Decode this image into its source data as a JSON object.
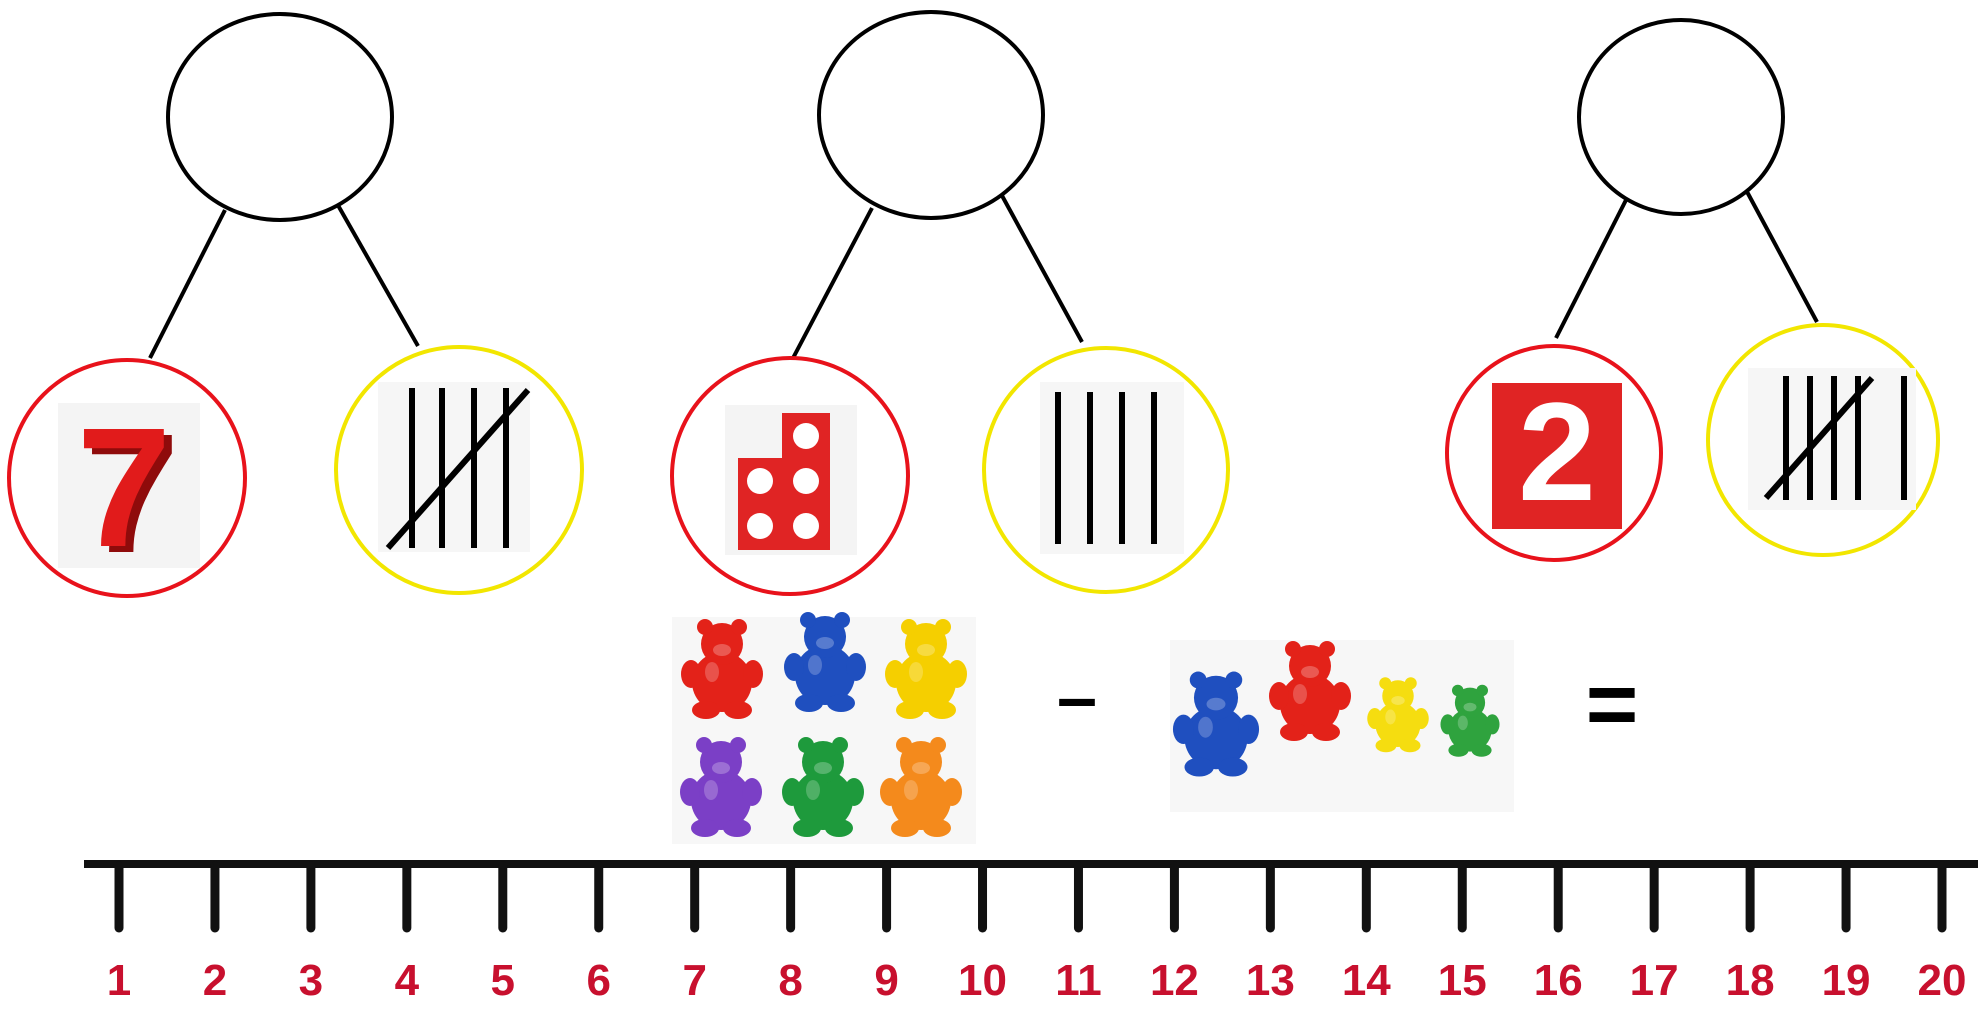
{
  "colors": {
    "line": "#000000",
    "part_left_ring": "#e8121b",
    "part_right_ring": "#f2e600",
    "label_red": "#c8102e",
    "numeral_red": "#e11b1b",
    "numeral_dark": "#8f0b0b",
    "tile_red": "#e02424"
  },
  "part_whole_models": [
    {
      "whole": "",
      "left_part": {
        "kind": "numeral",
        "value": "7",
        "icon": "3d-numeral-icon"
      },
      "right_part": {
        "kind": "tally",
        "value": 5,
        "icon": "tally-marks-icon"
      }
    },
    {
      "whole": "",
      "left_part": {
        "kind": "numicon",
        "value": 5,
        "icon": "numicon-five-icon"
      },
      "right_part": {
        "kind": "tally",
        "value": 4,
        "icon": "tally-marks-icon"
      }
    },
    {
      "whole": "",
      "left_part": {
        "kind": "numeral-tile",
        "value": "2",
        "icon": "number-tile-icon"
      },
      "right_part": {
        "kind": "tally",
        "value": 6,
        "icon": "tally-marks-icon"
      }
    }
  ],
  "subtraction": {
    "minuend": {
      "count": 6,
      "bear_colors": [
        "#e32219",
        "#1f4fbf",
        "#f5cf00",
        "#7b3fc6",
        "#1e9a3c",
        "#f48a1c"
      ],
      "icon": "counting-bears-icon"
    },
    "operator": "–",
    "subtrahend": {
      "count": 4,
      "bear_colors": [
        "#1f4fbf",
        "#e32219",
        "#f5dd10",
        "#2fa33e"
      ],
      "icon": "counting-bears-icon"
    },
    "equals": "=",
    "answer": ""
  },
  "number_line": {
    "start": 1,
    "end": 20,
    "labels": [
      "1",
      "2",
      "3",
      "4",
      "5",
      "6",
      "7",
      "8",
      "9",
      "10",
      "11",
      "12",
      "13",
      "14",
      "15",
      "16",
      "17",
      "18",
      "19",
      "20"
    ]
  }
}
